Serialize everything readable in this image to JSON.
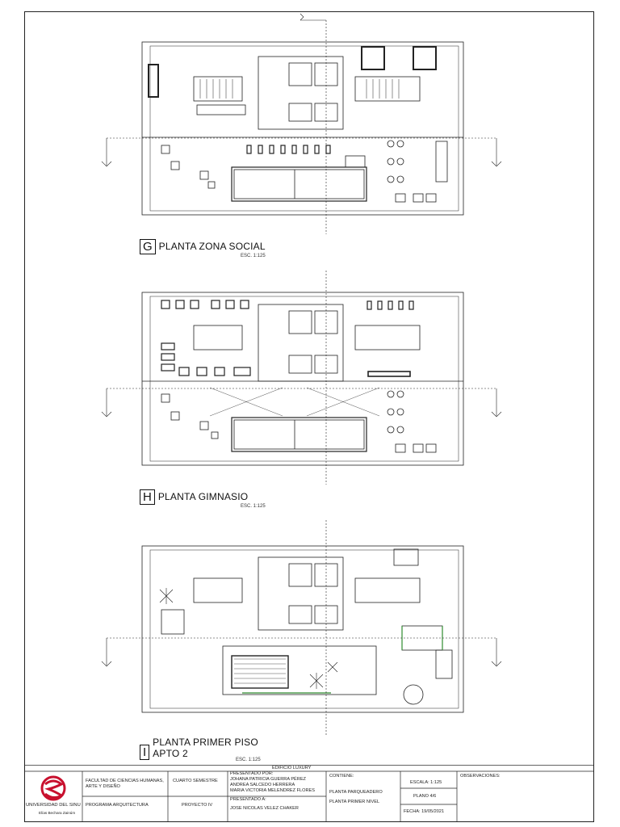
{
  "plans": [
    {
      "letter": "G",
      "title_lines": [
        "PLANTA ZONA SOCIAL"
      ],
      "scale": "ESC. 1:125"
    },
    {
      "letter": "H",
      "title_lines": [
        "PLANTA GIMNASIO"
      ],
      "scale": "ESC. 1:125"
    },
    {
      "letter": "I",
      "title_lines": [
        "PLANTA PRIMER PISO",
        "APTO 2"
      ],
      "scale": "ESC. 1:125"
    }
  ],
  "title_block": {
    "project_name": "EDIFICIO LUXURY",
    "university": "UNIVERSIDAD DEL SINU",
    "university_sub": "Elías Bechara Zainúm",
    "faculty": "FACULTAD DE CIENCIAS HUMANAS, ARTE Y DISEÑO",
    "program": "PROGRAMA ARQUITECTURA",
    "semester": "CUARTO SEMESTRE",
    "course": "PROYECTO IV",
    "presented_by_label": "PRESENTADO POR:",
    "presented_by": [
      "JOHANA PATRICIA GUERRA PÉREZ",
      "ANDREA SALCEDO HERRERA",
      "MARIA VICTORIA MELENDREZ FLORES"
    ],
    "presented_to_label": "PRESENTADO A:",
    "presented_to": "JOSE NICOLAS VELEZ CHAKER",
    "contents_label": "CONTIENE:",
    "contents": [
      "PLANTA PARQUEADERO",
      "PLANTA PRIMER NIVEL"
    ],
    "scale": "ESCALA: 1:125",
    "sheet": "PLANO 4/6",
    "date": "FECHA: 19/05/2021",
    "observations_label": "OBSERVACIONES:"
  },
  "colors": {
    "logo_red": "#c8102e",
    "line": "#222222",
    "green": "#2e8b2e"
  }
}
